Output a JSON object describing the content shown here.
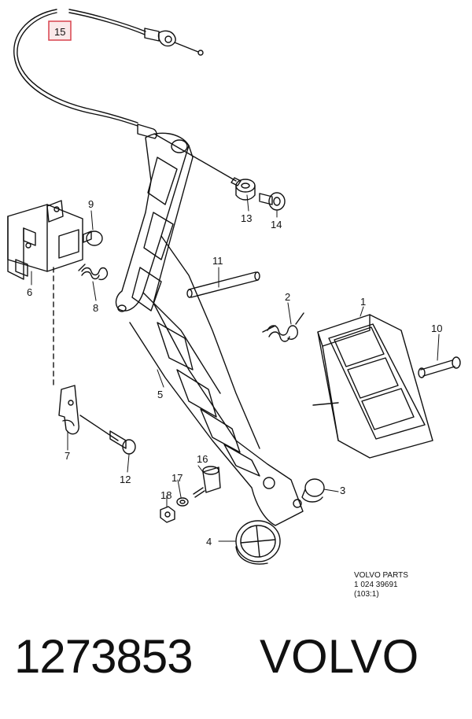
{
  "callouts": {
    "c1": "1",
    "c2": "2",
    "c3": "3",
    "c4": "4",
    "c5": "5",
    "c6": "6",
    "c7": "7",
    "c8": "8",
    "c9": "9",
    "c10": "10",
    "c11": "11",
    "c12": "12",
    "c13": "13",
    "c14": "14",
    "c15": "15",
    "c16": "16",
    "c17": "17",
    "c18": "18"
  },
  "highlight_color": "#d9434e",
  "stamp": {
    "line1": "VOLVO  PARTS",
    "line2": "1  024   39691",
    "line3": "(103:1)"
  },
  "footer": {
    "part_number": "1273853",
    "brand": "VOLVO"
  }
}
